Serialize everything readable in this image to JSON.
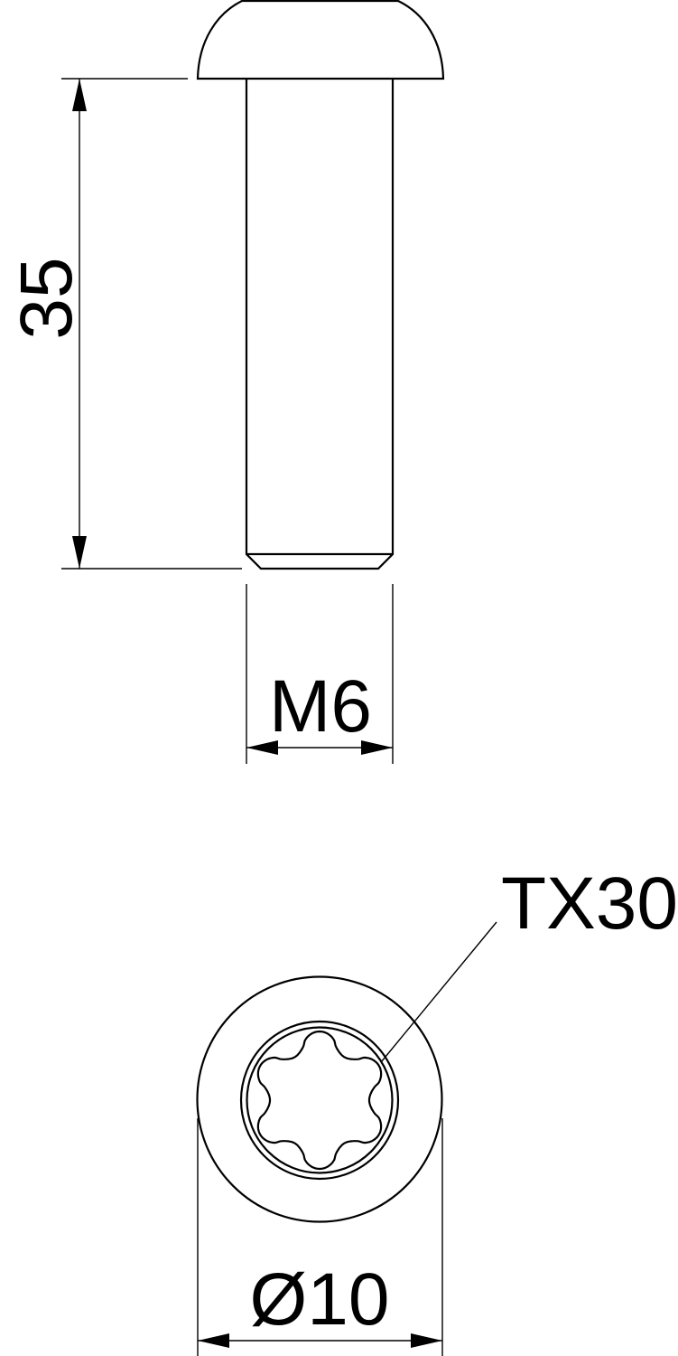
{
  "drawing": {
    "length_label": "35",
    "thread_label": "M6",
    "drive_label": "TX30",
    "head_diameter_label": "Ø10",
    "line_color": "#000000",
    "background_color": "#ffffff"
  }
}
